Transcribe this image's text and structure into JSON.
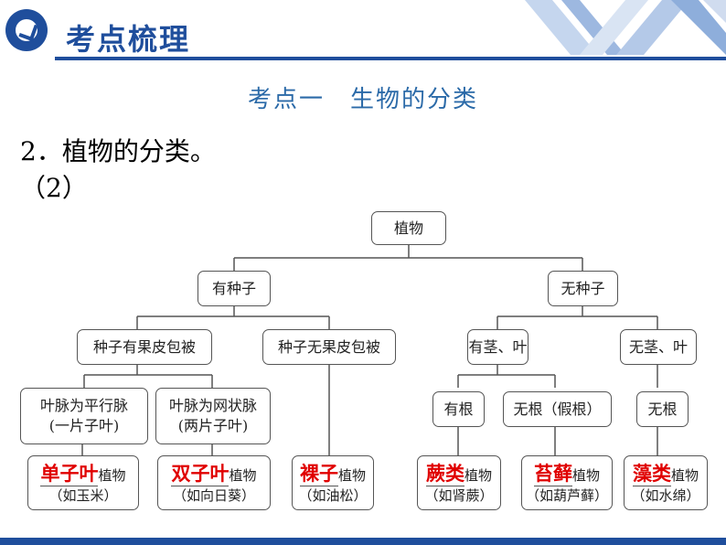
{
  "header": {
    "title": "考点梳理"
  },
  "subtitle": "考点一　生物的分类",
  "heading": "2．植物的分类。",
  "subheading": "（2）",
  "tree": {
    "root": "植物",
    "seed": "有种子",
    "noseed": "无种子",
    "seed_coat": "种子有果皮包被",
    "seed_nocoat": "种子无果皮包被",
    "stem_leaf": "有茎、叶",
    "no_stem_leaf": "无茎、叶",
    "parallel": [
      "叶脉为平行脉",
      "(一片子叶)"
    ],
    "reticulate": [
      "叶脉为网状脉",
      "(两片子叶)"
    ],
    "root_yes": "有根",
    "root_no": "无根（假根）",
    "root_none": "无根",
    "leaves": [
      {
        "answer": "单子叶",
        "suffix": "植物",
        "example": "（如玉米）"
      },
      {
        "answer": "双子叶",
        "suffix": "植物",
        "example": "（如向日葵）"
      },
      {
        "answer": "裸子",
        "suffix": "植物",
        "example": "（如油松）"
      },
      {
        "answer": "蕨类",
        "suffix": "植物",
        "example": "（如肾蕨）"
      },
      {
        "answer": "苔藓",
        "suffix": "植物",
        "example": "（如葫芦藓）"
      },
      {
        "answer": "藻类",
        "suffix": "植物",
        "example": "（如水绵）"
      }
    ]
  }
}
